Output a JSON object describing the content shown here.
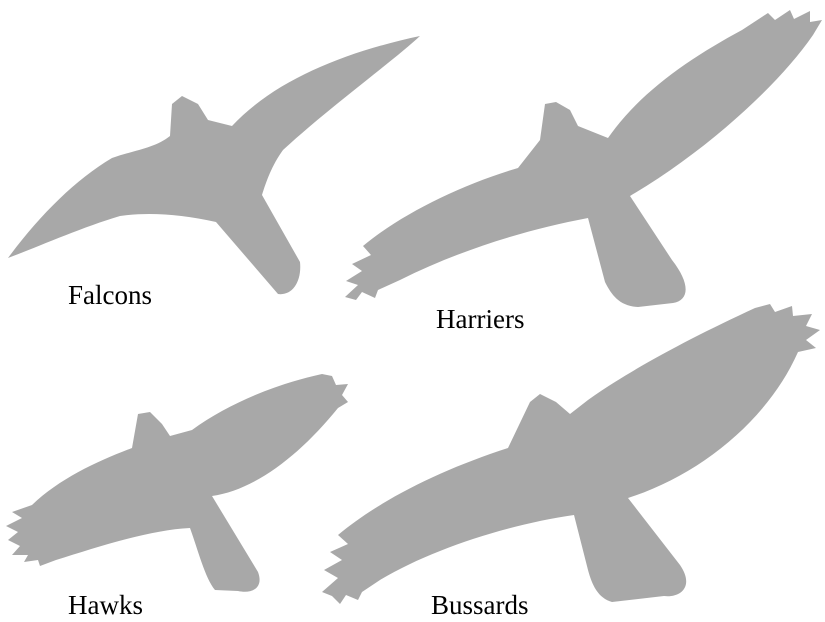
{
  "figure": {
    "silhouette_color": "#a8a8a8",
    "label_color": "#000000",
    "birds": [
      {
        "key": "falcons",
        "label": "Falcons"
      },
      {
        "key": "harriers",
        "label": "Harriers"
      },
      {
        "key": "hawks",
        "label": "Hawks"
      },
      {
        "key": "bussards",
        "label": "Bussards"
      }
    ]
  }
}
